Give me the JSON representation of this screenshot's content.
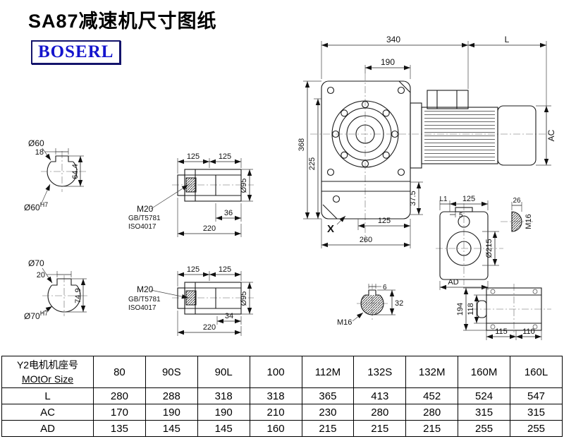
{
  "page": {
    "title": "SA87减速机尺寸图纸",
    "logo_text": "BOSERL"
  },
  "main_view": {
    "dim_340": "340",
    "dim_L": "L",
    "dim_190": "190",
    "dim_368": "368",
    "dim_225": "225",
    "dim_AC": "AC",
    "dim_37_5": "37.5",
    "dim_125": "125",
    "dim_260": "260",
    "label_X": "X"
  },
  "shaft60": {
    "dia": "Ø60",
    "dim_18": "18",
    "dim_64_4": "64.4",
    "fit": "Ø60",
    "fit_sup": "H7"
  },
  "shaft70": {
    "dia": "Ø70",
    "dim_20": "20",
    "dim_74_9": "74.9",
    "fit": "Ø70",
    "fit_sup": "H7"
  },
  "shaft_view_top": {
    "dim_125a": "125",
    "dim_125b": "125",
    "thread": "M20",
    "std1": "GB/T5781",
    "std2": "ISO4017",
    "dim_36": "36",
    "dim_220": "220",
    "dia_95": "Ø95"
  },
  "shaft_view_bottom": {
    "dim_125a": "125",
    "dim_125b": "125",
    "thread": "M20",
    "std1": "GB/T5781",
    "std2": "ISO4017",
    "dim_34": "34",
    "dim_220": "220",
    "dia_95": "Ø95"
  },
  "side_view": {
    "dim_L1": "L1",
    "dim_125": "125",
    "dim_5": "5",
    "dim_26": "26",
    "thread_M16": "M16",
    "dia_215": "Ø215",
    "dim_AD": "AD"
  },
  "key_view": {
    "dim_6": "6",
    "dim_32": "32",
    "thread_M16": "M16"
  },
  "flange_view": {
    "dim_194": "194",
    "dim_118": "118",
    "dim_115": "115",
    "dim_110": "110"
  },
  "table": {
    "header_line1": "Y2电机机座号",
    "header_line2": "MOtOr Size",
    "columns": [
      "80",
      "90S",
      "90L",
      "100",
      "112M",
      "132S",
      "132M",
      "160M",
      "160L"
    ],
    "rows": [
      {
        "label": "L",
        "values": [
          "280",
          "288",
          "318",
          "318",
          "365",
          "413",
          "452",
          "524",
          "547"
        ]
      },
      {
        "label": "AC",
        "values": [
          "170",
          "190",
          "190",
          "210",
          "230",
          "280",
          "280",
          "315",
          "315"
        ]
      },
      {
        "label": "AD",
        "values": [
          "135",
          "145",
          "145",
          "160",
          "215",
          "215",
          "215",
          "255",
          "255"
        ]
      }
    ]
  }
}
